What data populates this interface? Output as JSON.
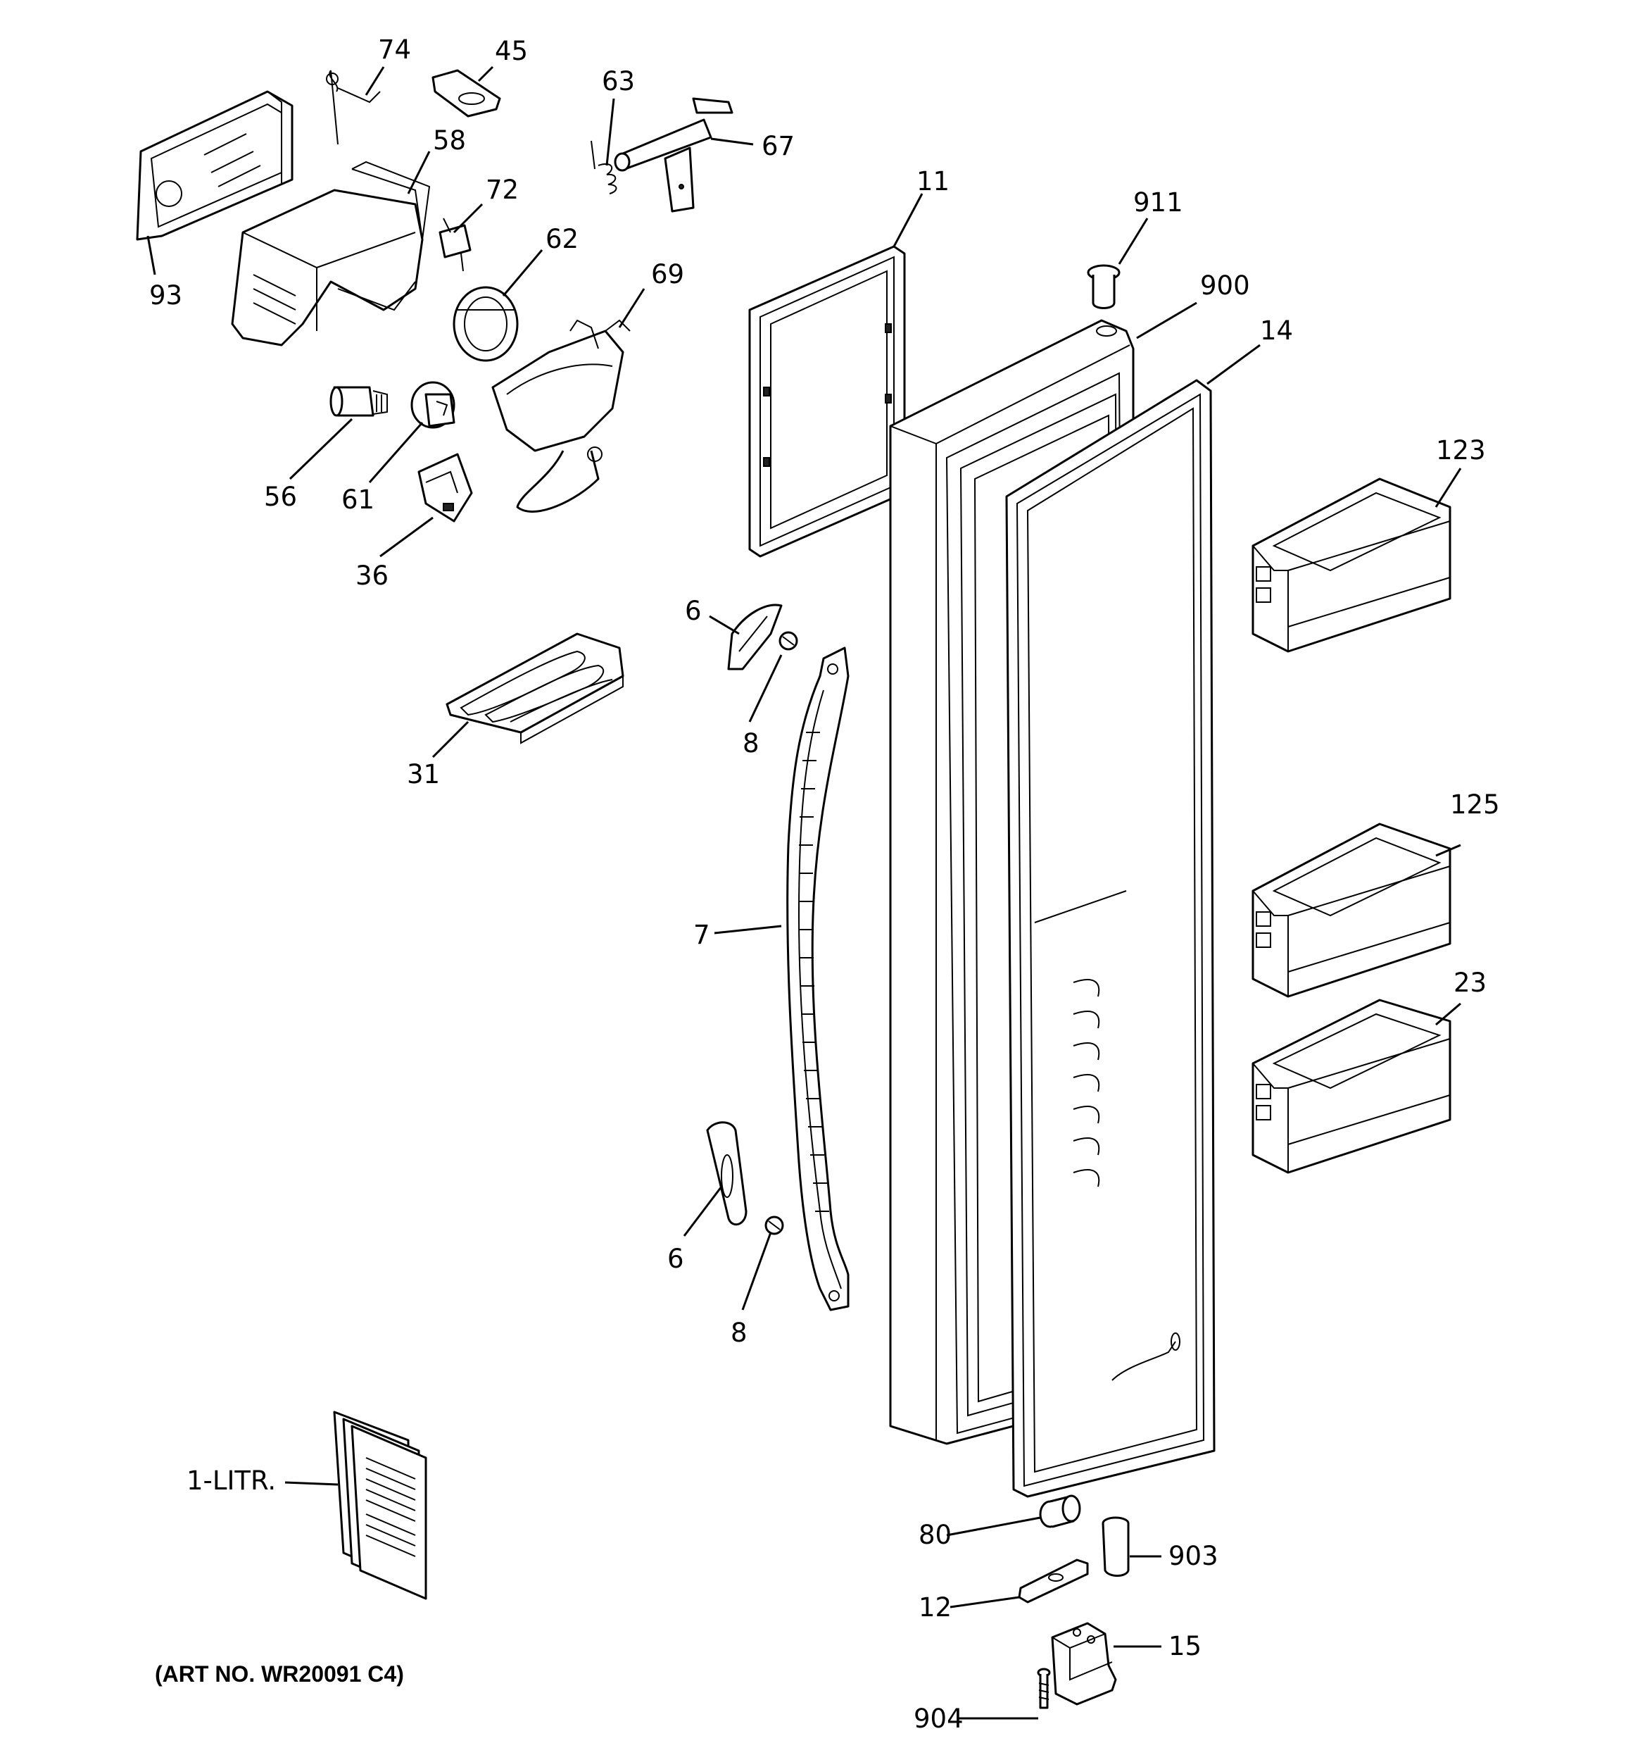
{
  "callouts": {
    "p74": "74",
    "p45": "45",
    "p63": "63",
    "p67": "67",
    "p58": "58",
    "p72": "72",
    "p93": "93",
    "p62": "62",
    "p69": "69",
    "p11": "11",
    "p911": "911",
    "p900": "900",
    "p14": "14",
    "p123": "123",
    "p56": "56",
    "p61": "61",
    "p36": "36",
    "p6a": "6",
    "p8a": "8",
    "p31": "31",
    "p125": "125",
    "p7": "7",
    "p23": "23",
    "p6b": "6",
    "p8b": "8",
    "p1litr": "1-LITR.",
    "p80": "80",
    "p903": "903",
    "p12": "12",
    "p15": "15",
    "p904": "904"
  },
  "art_number": "(ART NO. WR20091 C4)"
}
